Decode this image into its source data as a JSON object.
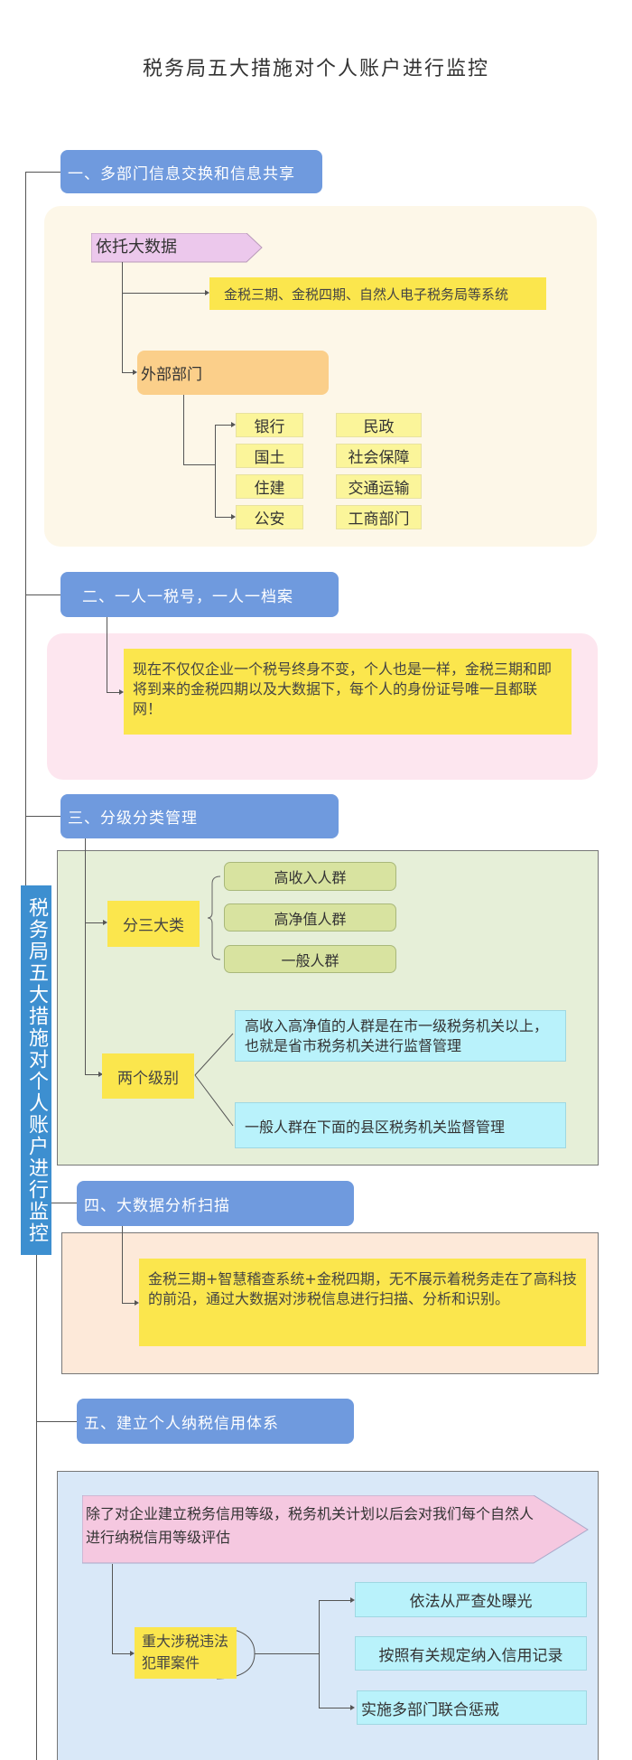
{
  "title": "税务局五大措施对个人账户进行监控",
  "side_title": "税务局五大措施对个人账户进行监控",
  "colors": {
    "header": "#6f9ade",
    "side": "#3d8fd0",
    "yellow": "#fbe64d",
    "pink": "#f5c8e0",
    "cyan": "#b9f2fb",
    "green": "#d8e3a0"
  },
  "s1": {
    "header": "一、多部门信息交换和信息共享",
    "big_data": "依托大数据",
    "systems": "金税三期、金税四期、自然人电子税务局等系统",
    "external": "外部部门",
    "col1": [
      "银行",
      "国土",
      "住建",
      "公安"
    ],
    "col2": [
      "民政",
      "社会保障",
      "交通运输",
      "工商部门"
    ]
  },
  "s2": {
    "header": "二、一人一税号，一人一档案",
    "text": "现在不仅仅企业一个税号终身不变，个人也是一样，金税三期和即将到来的金税四期以及大数据下，每个人的身份证号唯一且都联网！"
  },
  "s3": {
    "header": "三、分级分类管理",
    "three": "分三大类",
    "groups": [
      "高收入人群",
      "高净值人群",
      "一般人群"
    ],
    "two": "两个级别",
    "levels": [
      "高收入高净值的人群是在市一级税务机关以上，也就是省市税务机关进行监督管理",
      "一般人群在下面的县区税务机关监督管理"
    ]
  },
  "s4": {
    "header": "四、大数据分析扫描",
    "text": "金税三期+智慧稽查系统+金税四期，无不展示着税务走在了高科技的前沿，通过大数据对涉税信息进行扫描、分析和识别。"
  },
  "s5": {
    "header": "五、建立个人纳税信用体系",
    "text": "除了对企业建立税务信用等级，税务机关计划以后会对我们每个自然人进行纳税信用等级评估",
    "cases": "重大涉税违法犯罪案件",
    "actions": [
      "依法从严查处曝光",
      "按照有关规定纳入信用记录",
      "实施多部门联合惩戒"
    ]
  }
}
